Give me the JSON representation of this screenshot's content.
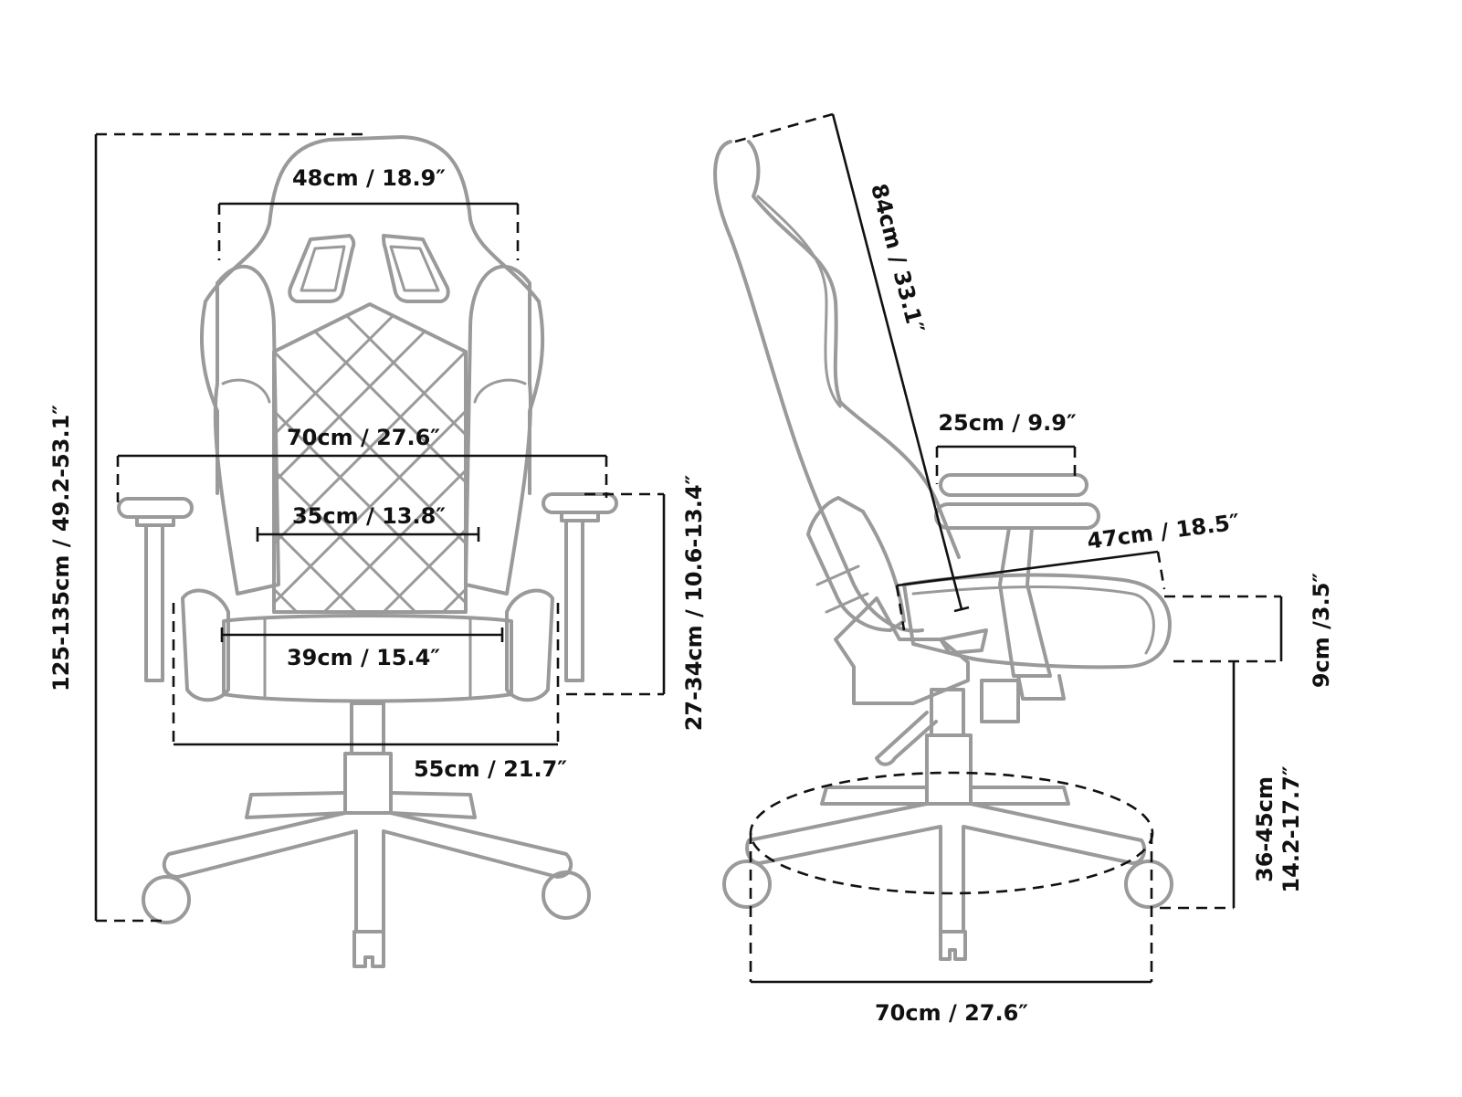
{
  "views": {
    "front": {
      "total_height": "125-135cm / 49.2-53.1″",
      "headrest_width": "48cm / 18.9″",
      "armrest_span": "70cm / 27.6″",
      "back_width": "35cm / 13.8″",
      "seat_width": "39cm / 15.4″",
      "seat_depth_outer": "55cm / 21.7″",
      "arm_height": "27-34cm / 10.6-13.4″"
    },
    "side": {
      "back_height": "84cm / 33.1″",
      "arm_pad_length": "25cm / 9.9″",
      "seat_depth": "47cm / 18.5″",
      "cushion_thickness": "9cm /3.5″",
      "seat_height_cm": "36-45cm",
      "seat_height_in": "14.2-17.7″",
      "base_diameter": "70cm / 27.6″"
    }
  },
  "colors": {
    "outline": "#9a9a9a",
    "dimension": "#111111",
    "background": "#ffffff"
  }
}
